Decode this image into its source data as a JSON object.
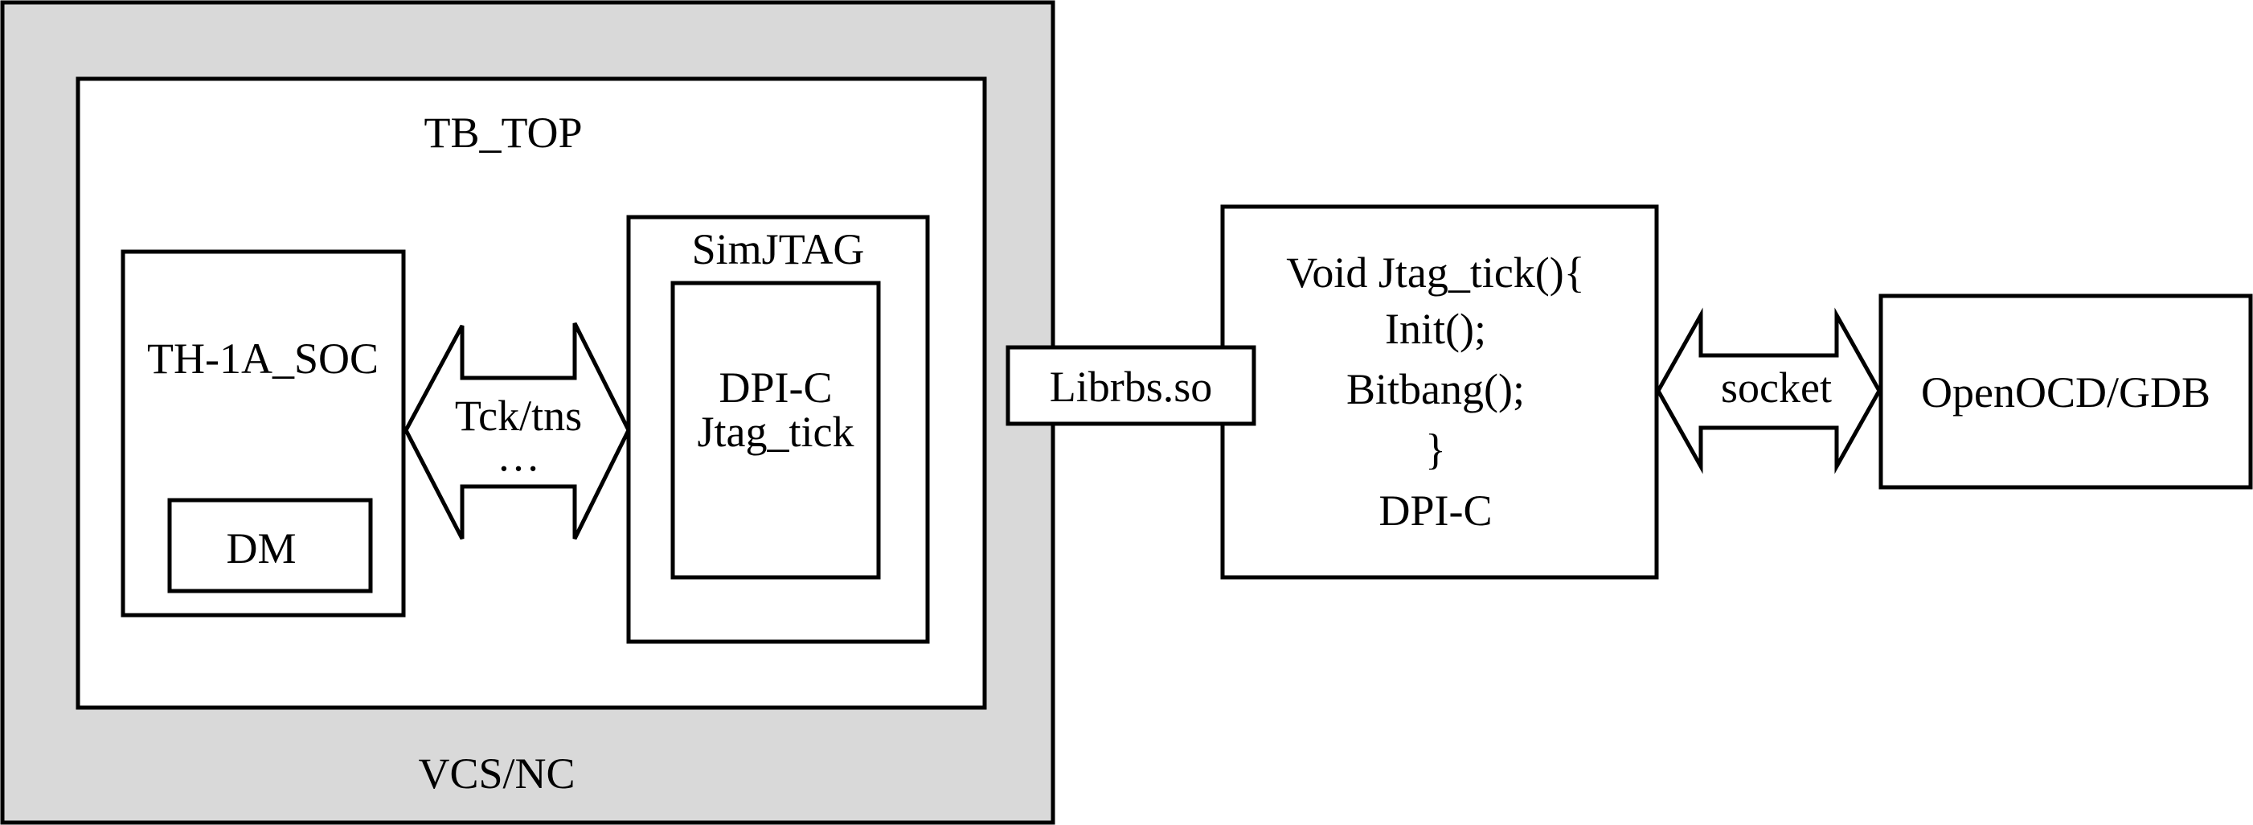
{
  "simulator": {
    "label": "VCS/NC",
    "fill_color": "#d9d9d9"
  },
  "testbench": {
    "label": "TB_TOP"
  },
  "soc": {
    "label": "TH-1A_SOC",
    "dm_label": "DM"
  },
  "jtag_signals": {
    "line1": "Tck/tns",
    "line2": "…"
  },
  "simjtag": {
    "label": "SimJTAG",
    "inner_line1": "DPI-C",
    "inner_line2": "Jtag_tick"
  },
  "library": {
    "label": "Librbs.so"
  },
  "dpi_function": {
    "line1": "Void Jtag_tick(){",
    "line2": "Init();",
    "line3": "Bitbang();",
    "line4": "}",
    "line5": "DPI-C"
  },
  "socket_link": {
    "label": "socket"
  },
  "debugger": {
    "label": "OpenOCD/GDB"
  }
}
